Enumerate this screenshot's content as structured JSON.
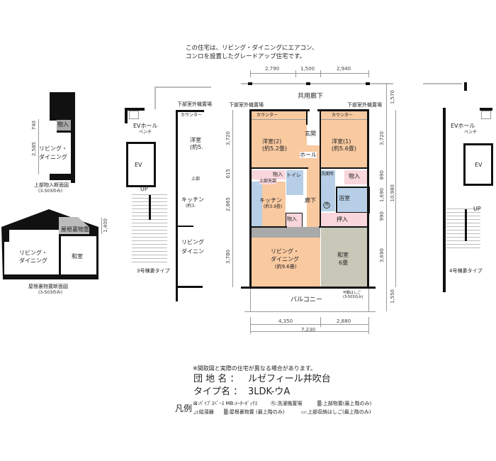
{
  "notice": {
    "line1": "この住宅は、リビング・ダイニングにエアコン、",
    "line2": "コンロを設置したグレードアップ住宅です。"
  },
  "dims": {
    "top": [
      "2,790",
      "1,500",
      "2,940"
    ],
    "right": [
      "1,570",
      "3,720",
      "890",
      "1,690",
      "990",
      "3,690",
      "1,550"
    ],
    "right_total": "10,980",
    "left": [
      "3,720",
      "615",
      "2,865",
      "3,780"
    ],
    "bottom": [
      "4,350",
      "2,880"
    ],
    "bottom_total": "7,230"
  },
  "main_plan": {
    "corridor": "共用廊下",
    "outdoor_unit_left": "下部室外機置場",
    "outdoor_unit_right": "下部室外機置場",
    "counter": "カウンター",
    "entrance": "玄関",
    "hall": "ホール",
    "bedroom2": {
      "name": "洋室(2)",
      "size": "(約5.2畳)"
    },
    "bedroom1": {
      "name": "洋室(1)",
      "size": "(約5.6畳)"
    },
    "storage": "物入",
    "toilet": "トイレ",
    "upper_ceiling": "上部天袋",
    "washroom": "洗面所",
    "washer": "洗",
    "bath": "浴室",
    "kitchen": {
      "name": "キッチン",
      "size": "(約3.9畳)"
    },
    "hallway": "廊下",
    "closet": "押入",
    "living": {
      "name1": "リビング・",
      "name2": "ダイニング",
      "size": "(約9.6畳)"
    },
    "washitsu": {
      "name": "和室",
      "size": "6畳"
    },
    "balcony": "バルコニー",
    "ladder_note1": "可動はしご",
    "ladder_note2": "(3-503のみ)"
  },
  "left_plan": {
    "ev_hall": "EVホール",
    "bench": "ベンチ",
    "ev": "EV",
    "up": "UP",
    "counter": "カウンター",
    "outdoor": "下部室外機置場",
    "bedroom": "洋室",
    "bedroom_size": "(約5.",
    "kitchen": "キッチン",
    "kitchen_size": "(約3.",
    "living1": "リビング",
    "living2": "ダイニン",
    "upper": "上部",
    "type": "3号棟妻タイプ"
  },
  "right_plan": {
    "ev_hall": "EVホール",
    "bench": "ベンチ",
    "ev": "EV",
    "up": "UP",
    "type": "4号棟妻タイプ"
  },
  "section1": {
    "storage": "物入",
    "living1": "リビング・",
    "living2": "ダイニング",
    "dim1": "740",
    "dim2": "2,585",
    "caption": "上部物入断面図",
    "note": "(3-503のみ)"
  },
  "section2": {
    "attic": "屋根裏物置",
    "living1": "リビング・",
    "living2": "ダイニング",
    "washitsu": "和室",
    "dim": "1,400",
    "caption": "屋根裏物置断面図",
    "note": "(3-503のみ)"
  },
  "footer": {
    "disclaimer": "※間取図と実際の住宅が異なる場合があります。",
    "estate_label": "団 地 名 ：",
    "estate": "ルゼフィール井吹台",
    "type_label": "タイプ名 ：",
    "type": "3LDK-ウA",
    "legend_title": "凡例",
    "legend_row1": [
      "⊠:ﾊﾟｲﾌﾟｽﾍﾟｰｽ MB:ﾒｰﾀｰﾎﾞｯｸｽ",
      "㊈:洗濯機置場",
      "▒:上部物置(最上階のみ)"
    ],
    "legend_row2": [
      "◿:給湯器",
      "▒:屋根裏物置 (最上階のみ)",
      "▭:上部収納はしご(最上階のみ)"
    ]
  }
}
